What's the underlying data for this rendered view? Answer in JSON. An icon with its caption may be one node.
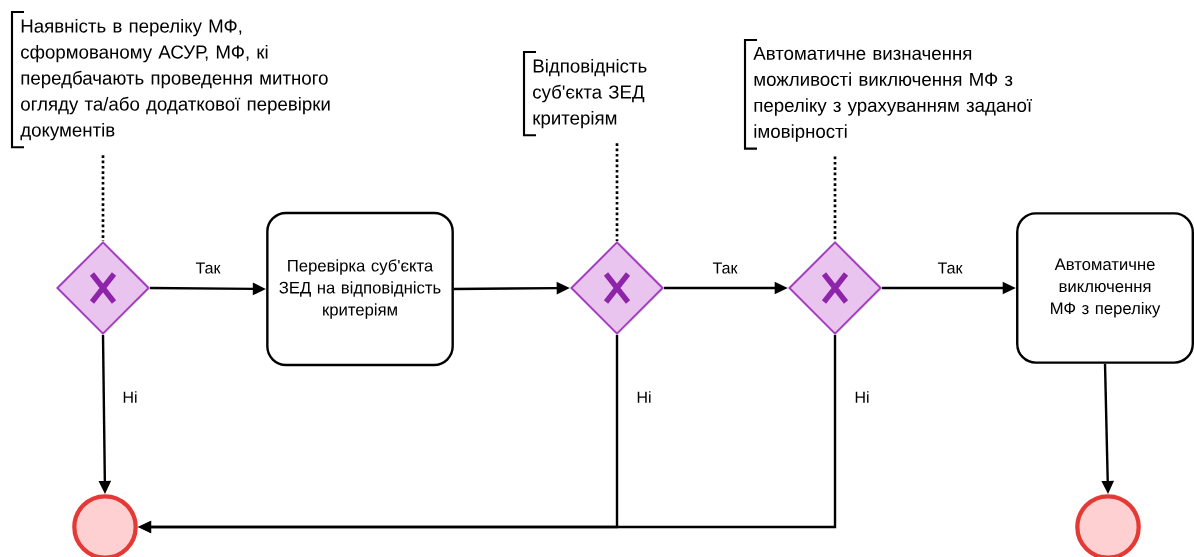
{
  "diagram": {
    "nodes": [
      {
        "text": [
          "Наявність в переліку МФ, сформованому АСУР, МФ, кі передбачають проведення митного огляду та/або додаткової перевірки документів"
        ]
      },
      {
        "text": [
          "Відповідність суб'єкта ЗЕД критеріям"
        ]
      },
      {
        "text": [
          "Автоматичне визначення можливості виключення МФ з переліку з урахуванням заданої імовірності"
        ]
      },
      {
        "text": [],
        "shape": "diamond"
      },
      {
        "text": [
          "Перевірка суб'єкта ЗЕД на відповідність критеріям"
        ]
      },
      {
        "text": [],
        "shape": "diamond"
      },
      {
        "text": [],
        "shape": "diamond"
      },
      {
        "text": [
          "Автоматичне виключення МФ з переліку"
        ]
      },
      {
        "text": [],
        "shape": "circle"
      },
      {
        "text": [],
        "shape": "circle"
      }
    ],
    "edges": [
      {
        "from": 0,
        "to": 3,
        "arrow": "none",
        "style": "dashed"
      },
      {
        "from": 1,
        "to": 5,
        "arrow": "none",
        "style": "dashed"
      },
      {
        "from": 2,
        "to": 6,
        "arrow": "none",
        "style": "dashed"
      },
      {
        "from": 3,
        "to": 4,
        "arrow": "to",
        "label": "Так"
      },
      {
        "from": 4,
        "to": 5,
        "arrow": "to"
      },
      {
        "from": 5,
        "to": 6,
        "arrow": "to",
        "label": "Так"
      },
      {
        "from": 6,
        "to": 7,
        "arrow": "to",
        "label": "Так"
      },
      {
        "from": 3,
        "to": 8,
        "arrow": "to",
        "label": "Ні"
      },
      {
        "from": 5,
        "to": 8,
        "arrow": "to",
        "label": "Ні"
      },
      {
        "from": 6,
        "to": 8,
        "arrow": "to",
        "label": "Ні"
      },
      {
        "from": 7,
        "to": 9,
        "arrow": "to"
      }
    ]
  }
}
